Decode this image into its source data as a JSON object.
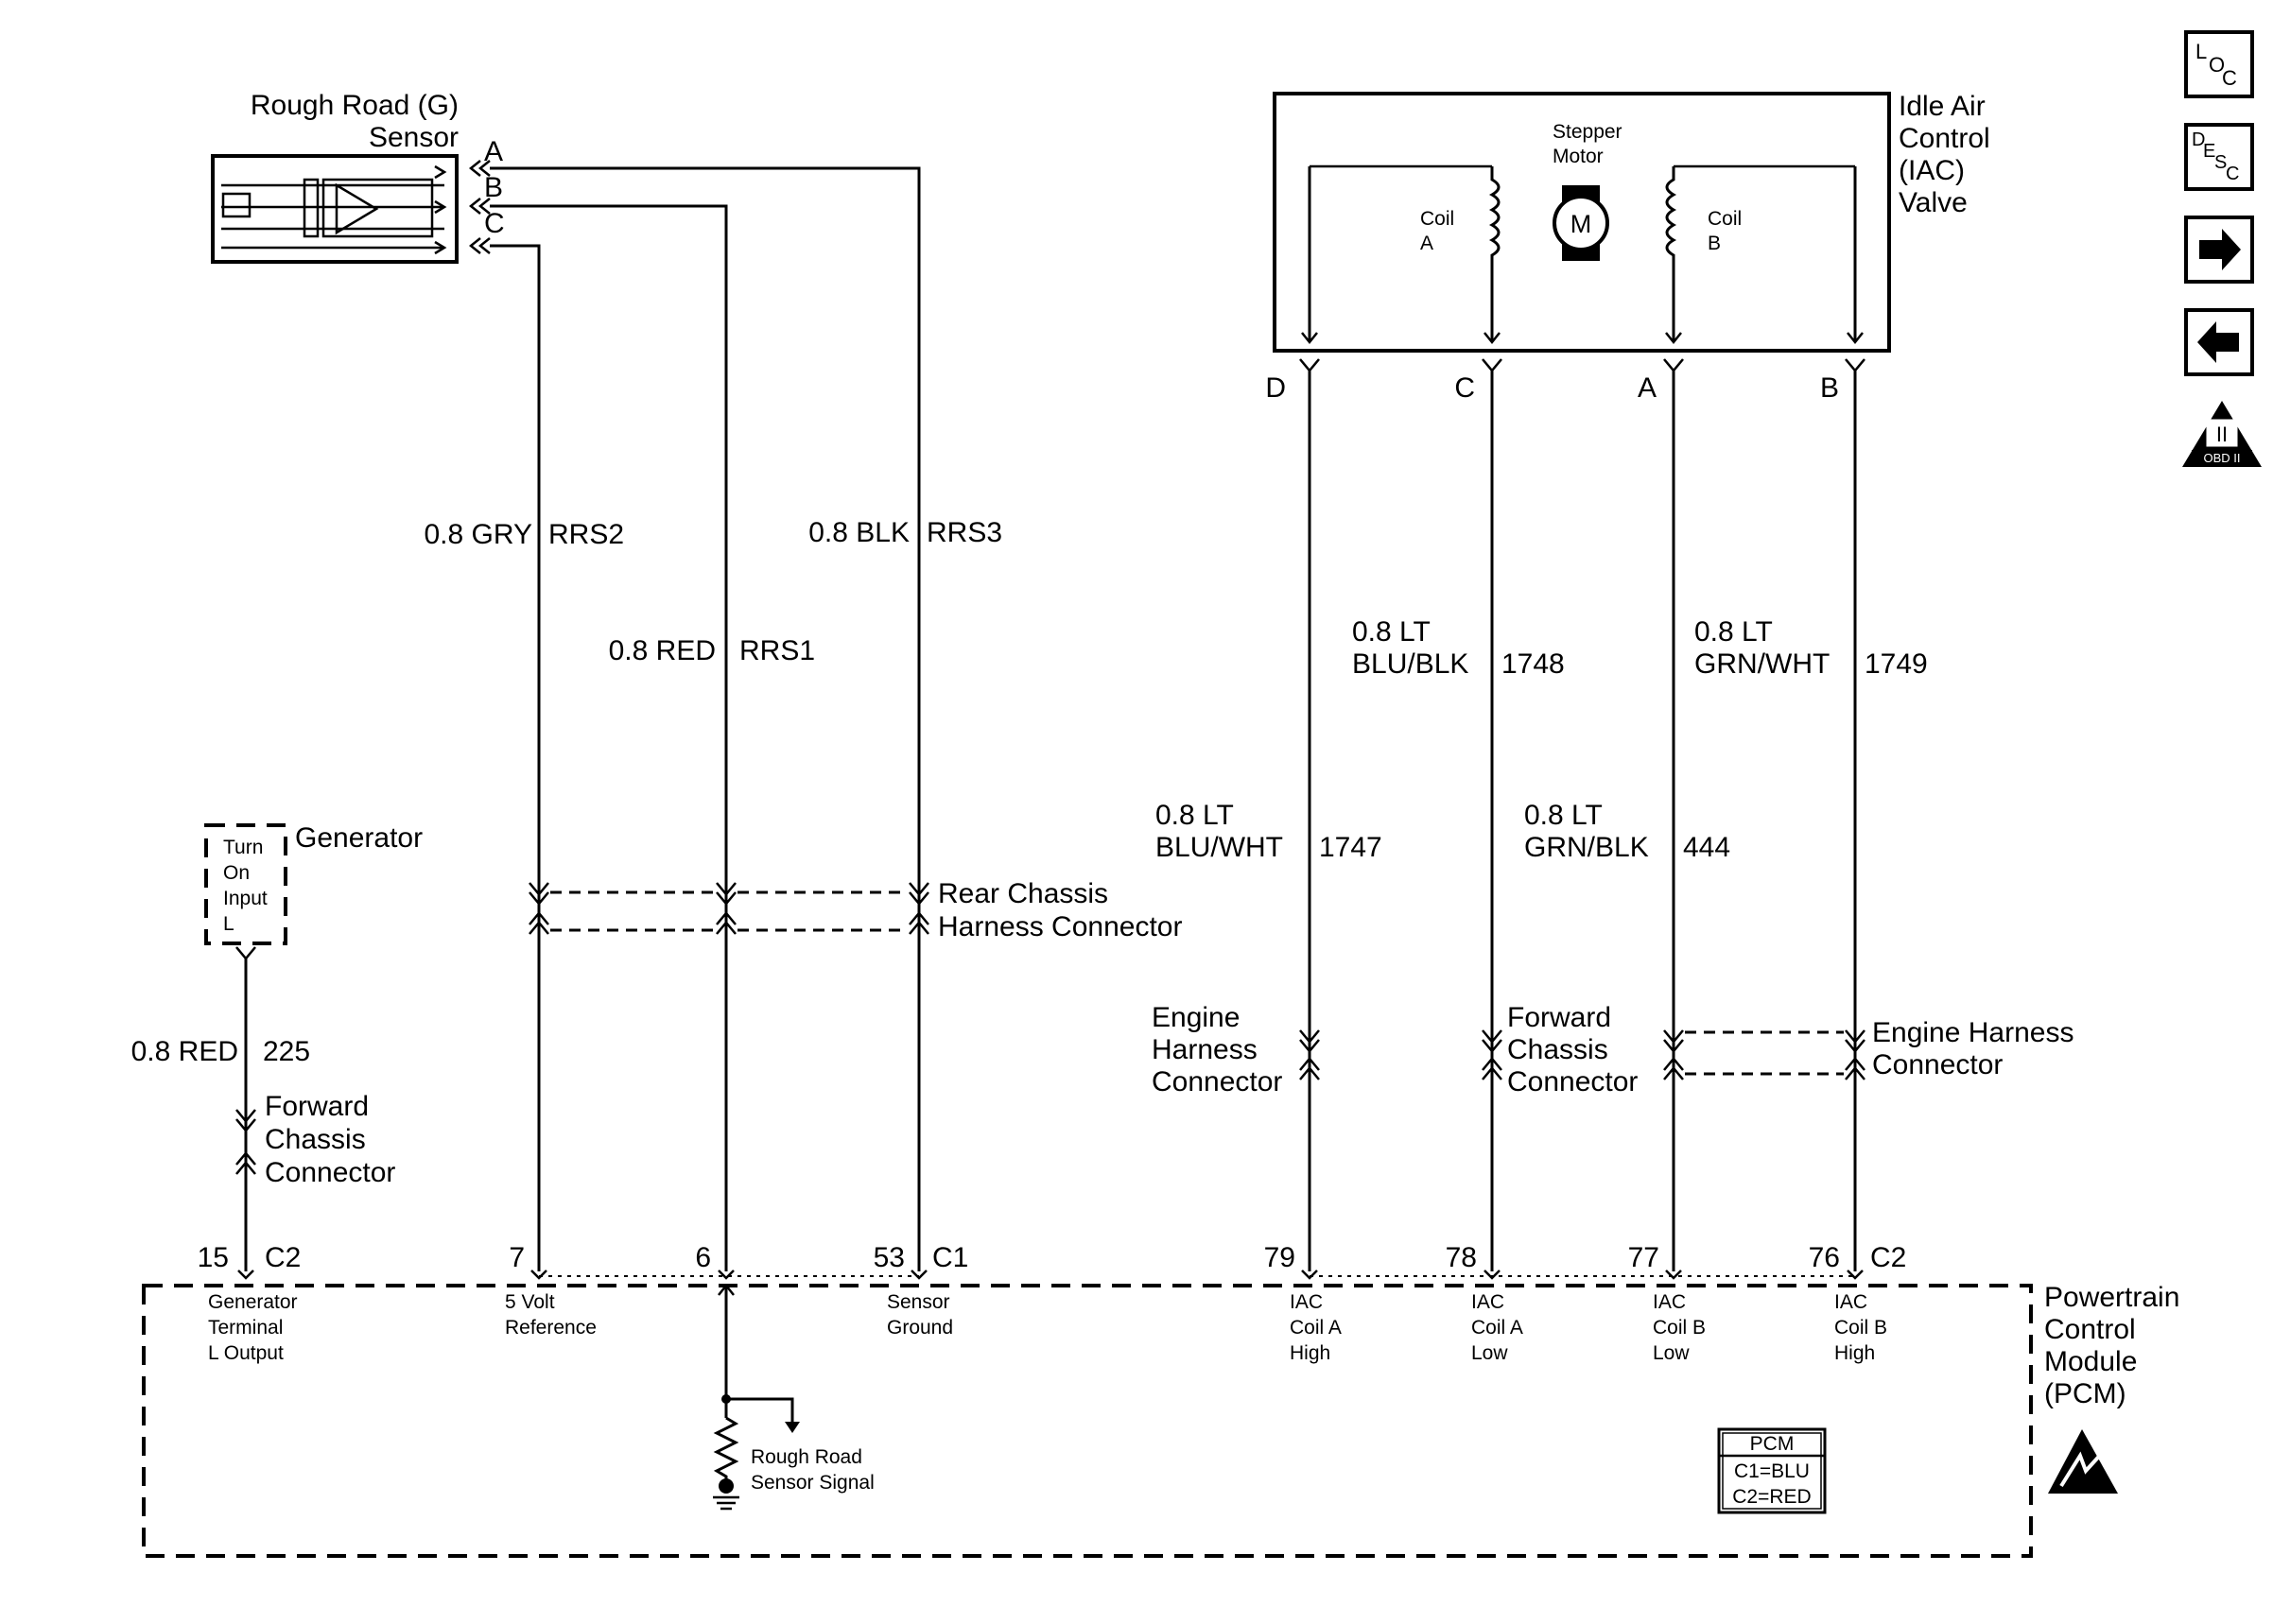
{
  "rough_road_sensor": {
    "name_line1": "Rough Road (G)",
    "name_line2": "Sensor",
    "pin_a": "A",
    "pin_b": "B",
    "pin_c": "C"
  },
  "wires": {
    "gry": {
      "gauge_color": "0.8 GRY",
      "circuit": "RRS2"
    },
    "red": {
      "gauge_color": "0.8 RED",
      "circuit": "RRS1"
    },
    "blk": {
      "gauge_color": "0.8 BLK",
      "circuit": "RRS3"
    },
    "gen": {
      "gauge_color": "0.8 RED",
      "circuit": "225"
    },
    "lt_blu_blk": {
      "line1": "0.8 LT",
      "line2": "BLU/BLK",
      "circuit": "1748"
    },
    "lt_grn_wht": {
      "line1": "0.8 LT",
      "line2": "GRN/WHT",
      "circuit": "1749"
    },
    "lt_blu_wht": {
      "line1": "0.8 LT",
      "line2": "BLU/WHT",
      "circuit": "1747"
    },
    "lt_grn_blk": {
      "line1": "0.8 LT",
      "line2": "GRN/BLK",
      "circuit": "444"
    }
  },
  "iac": {
    "name_line1": "Idle Air",
    "name_line2": "Control",
    "name_line3": "(IAC)",
    "name_line4": "Valve",
    "motor_line1": "Stepper",
    "motor_line2": "Motor",
    "motor_symbol": "M",
    "coil_a_line1": "Coil",
    "coil_a_line2": "A",
    "coil_b_line1": "Coil",
    "coil_b_line2": "B",
    "pin_d": "D",
    "pin_c": "C",
    "pin_a": "A",
    "pin_b": "B"
  },
  "generator": {
    "label": "Generator",
    "box_line1": "Turn",
    "box_line2": "On",
    "box_line3": "Input",
    "box_line4": "L"
  },
  "connectors": {
    "rear_chassis_line1": "Rear Chassis",
    "rear_chassis_line2": "Harness Connector",
    "fwd_chassis_left_line1": "Forward",
    "fwd_chassis_left_line2": "Chassis",
    "fwd_chassis_left_line3": "Connector",
    "engine_harness_left_line1": "Engine",
    "engine_harness_left_line2": "Harness",
    "engine_harness_left_line3": "Connector",
    "fwd_chassis_right_line1": "Forward",
    "fwd_chassis_right_line2": "Chassis",
    "fwd_chassis_right_line3": "Connector",
    "engine_harness_right_line1": "Engine Harness",
    "engine_harness_right_line2": "Connector"
  },
  "pcm": {
    "name_line1": "Powertrain",
    "name_line2": "Control",
    "name_line3": "Module",
    "name_line4": "(PCM)",
    "pins": {
      "p15": "15",
      "c2_left": "C2",
      "p7": "7",
      "p6": "6",
      "p53": "53",
      "c1": "C1",
      "p79": "79",
      "p78": "78",
      "p77": "77",
      "p76": "76",
      "c2_right": "C2"
    },
    "terminals": {
      "gen_line1": "Generator",
      "gen_line2": "Terminal",
      "gen_line3": "L Output",
      "ref_line1": "5 Volt",
      "ref_line2": "Reference",
      "gnd_line1": "Sensor",
      "gnd_line2": "Ground",
      "c1a_high_line1": "IAC",
      "c1a_high_line2": "Coil A",
      "c1a_high_line3": "High",
      "c1a_low_line1": "IAC",
      "c1a_low_line2": "Coil A",
      "c1a_low_line3": "Low",
      "c1b_low_line1": "IAC",
      "c1b_low_line2": "Coil B",
      "c1b_low_line3": "Low",
      "c1b_high_line1": "IAC",
      "c1b_high_line2": "Coil B",
      "c1b_high_line3": "High"
    },
    "signal_line1": "Rough Road",
    "signal_line2": "Sensor Signal",
    "legend_title": "PCM",
    "legend_c1": "C1=BLU",
    "legend_c2": "C2=RED"
  },
  "nav": {
    "loc_icon": "location-icon",
    "desc_icon": "description-icon",
    "next_icon": "arrow-right-icon",
    "prev_icon": "arrow-left-icon",
    "obd_label": "OBD II",
    "obd_symbol": "II"
  }
}
